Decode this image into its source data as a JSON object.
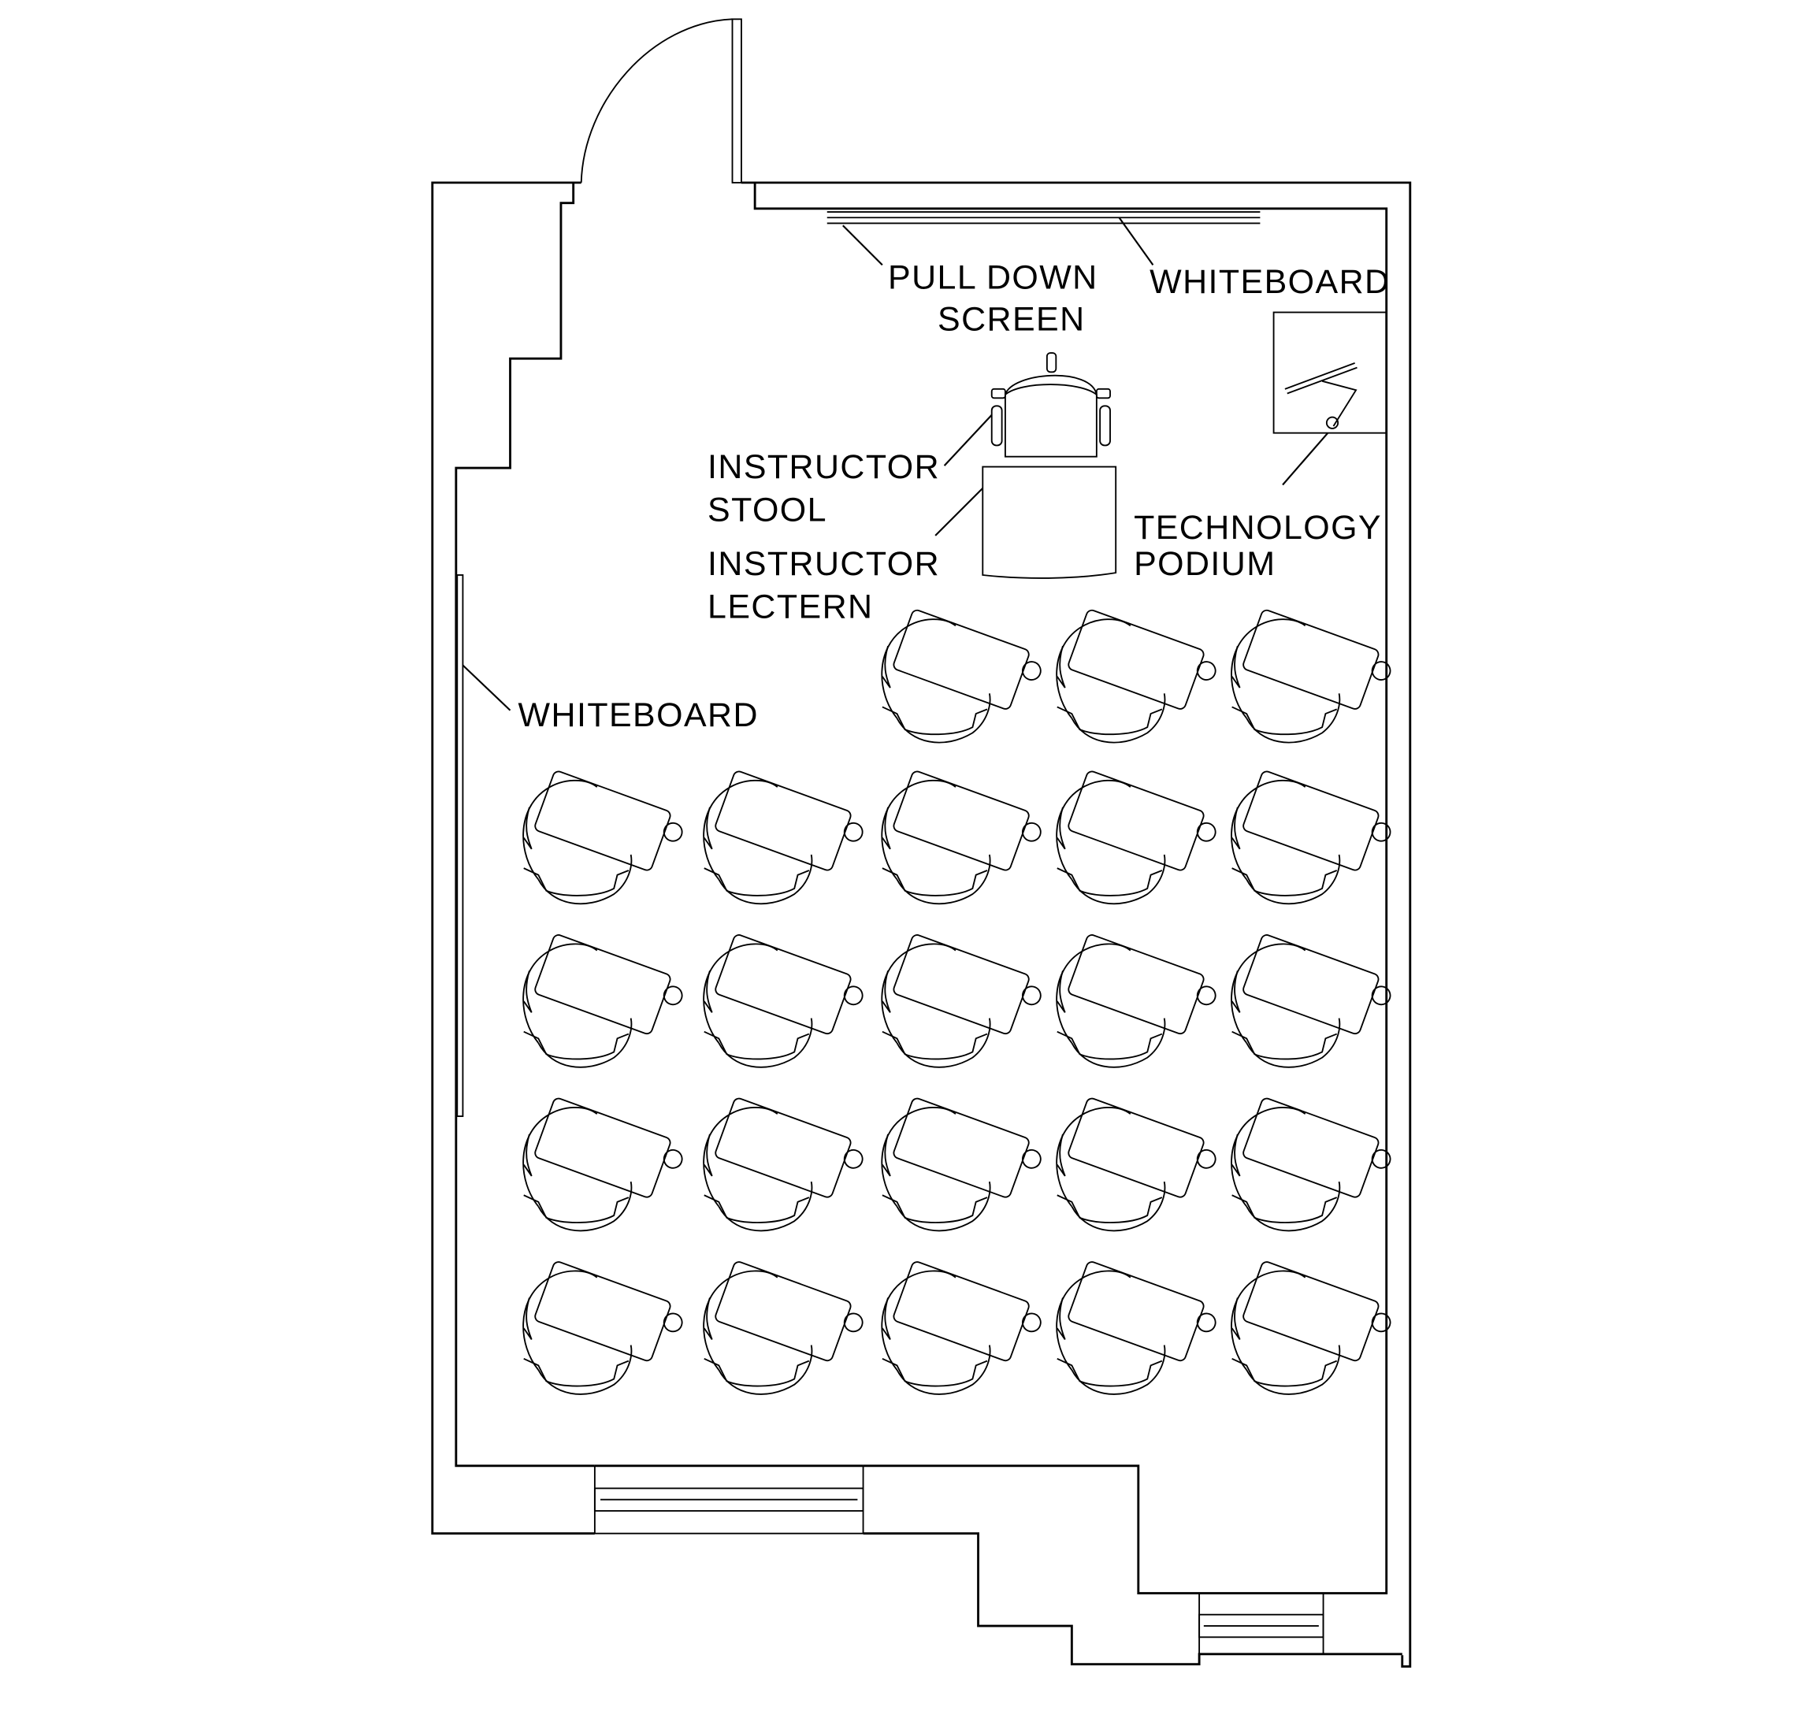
{
  "title": "Classroom floor plan",
  "colors": {
    "line": "#000000",
    "background": "#ffffff"
  },
  "labels": {
    "pull_down_screen_1": "PULL  DOWN",
    "pull_down_screen_2": "SCREEN",
    "whiteboard_front": "WHITEBOARD",
    "instructor_stool_1": "INSTRUCTOR",
    "instructor_stool_2": "STOOL",
    "instructor_lectern_1": "INSTRUCTOR",
    "instructor_lectern_2": "LECTERN",
    "technology_podium_1": "TECHNOLOGY",
    "technology_podium_2": "PODIUM",
    "whiteboard_side": "WHITEBOARD"
  },
  "seating": {
    "rows": 5,
    "columns": 5,
    "first_row_columns": [
      3,
      4,
      5
    ],
    "total_seats": 23,
    "seat_type": "tablet-arm chair"
  }
}
